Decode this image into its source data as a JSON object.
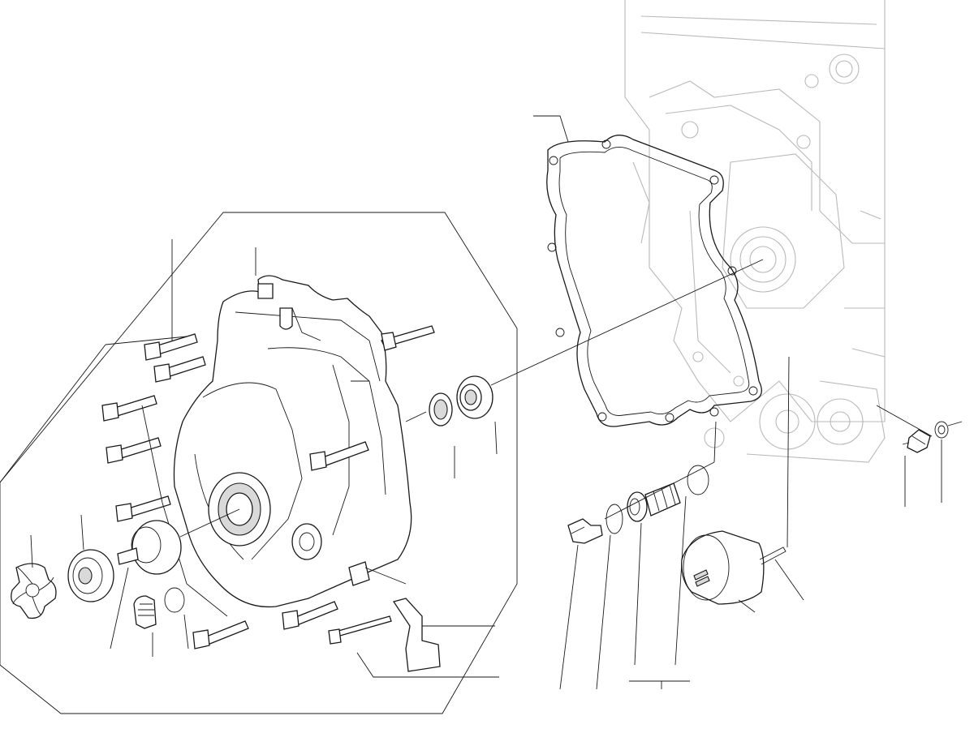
{
  "diagram": {
    "kind": "exploded-view parts diagram",
    "labels": [],
    "assemblies": [
      "crankcase-background",
      "side-cover-assembly",
      "cover-gasket",
      "oil-filter-assembly",
      "water-pump-assembly",
      "sensor-assembly"
    ]
  },
  "colors": {
    "line": "#1a1a1a",
    "background": "#ffffff",
    "background_part": "#b9b9b9",
    "shading": "#d9d9d9"
  }
}
